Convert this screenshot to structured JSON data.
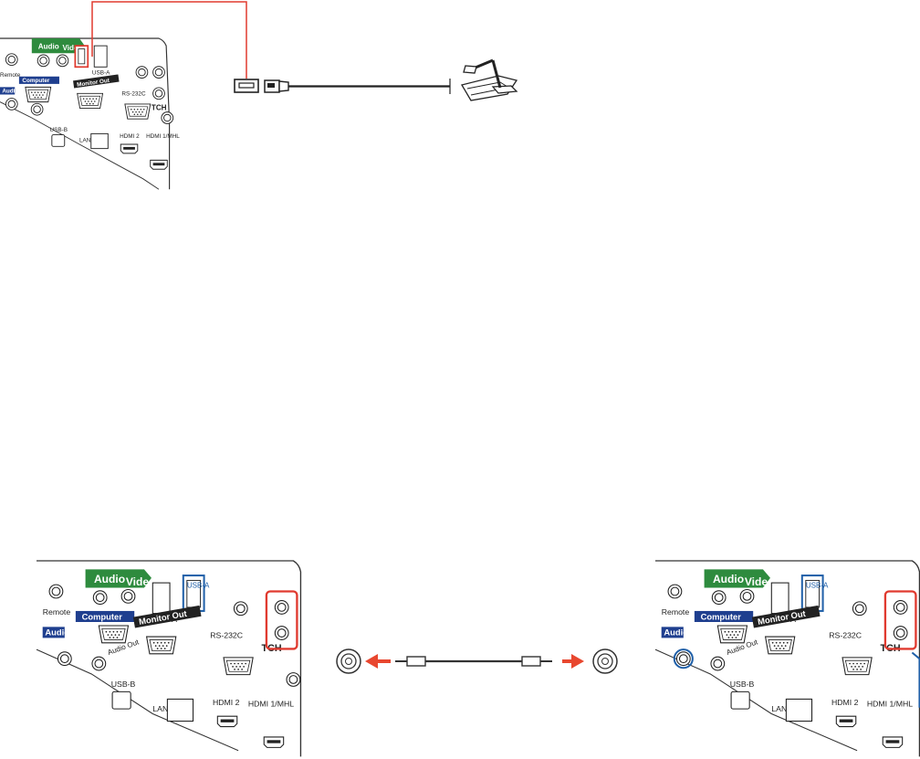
{
  "panel_labels": {
    "audio": "Audio",
    "video": "Video",
    "usb_b": "USB-B",
    "usb_a": "USB-A",
    "remote": "Remote",
    "computer": "Computer",
    "monitor_out": "Monitor Out",
    "rs232c": "RS-232C",
    "tch": "TCH",
    "audio_out": "Audio Out",
    "lan": "LAN",
    "hdmi2": "HDMI 2",
    "hdmi1": "HDMI 1/MHL"
  },
  "colors": {
    "highlight_red": "#e03a2f",
    "highlight_blue": "#1f5fa8",
    "label_green": "#2e8b3e",
    "label_blue": "#1f3f8f",
    "arrow_red": "#e8472f"
  },
  "icons": [
    "usb-a-port-icon",
    "usb-cable-icon",
    "document-camera-icon",
    "audio-jack-icon",
    "audio-cable-icon",
    "arrow-left-icon",
    "arrow-right-icon"
  ]
}
